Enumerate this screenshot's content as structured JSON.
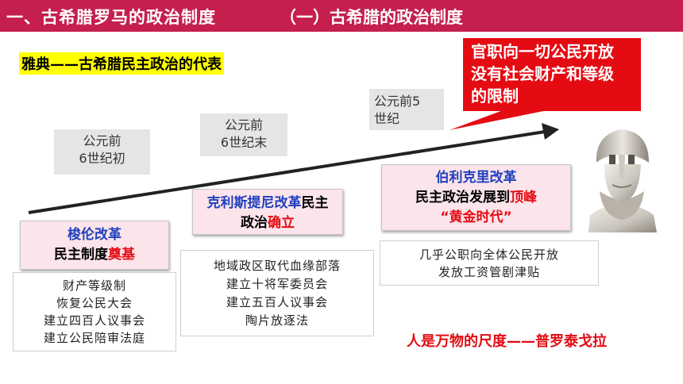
{
  "header": {
    "title": "一、古希腊罗马的政治制度",
    "section": "（一）古希腊的政治制度",
    "bg_color": "#c51f4e"
  },
  "subtitle": "雅典——古希腊民主政治的代表",
  "timeline": [
    {
      "period_lines": [
        "公元前",
        "6世纪初"
      ]
    },
    {
      "period_lines": [
        "公元前",
        "6世纪末"
      ]
    },
    {
      "period_lines": [
        "公元前5",
        "世纪"
      ]
    }
  ],
  "callout_lines": [
    "官职向一切公民开放",
    "没有社会财产和等级",
    "的限制"
  ],
  "reforms": {
    "solon": {
      "name": "梭伦改革",
      "desc_prefix": "民主制度",
      "desc_highlight": "奠基",
      "measures": [
        "财产等级制",
        "恢复公民大会",
        "建立四百人议事会",
        "建立公民陪审法庭"
      ]
    },
    "cleisthenes": {
      "name": "克利斯提尼改革",
      "desc_suffix": "民主",
      "desc_line2_prefix": "政治",
      "desc_highlight": "确立",
      "measures": [
        "地域政区取代血缘部落",
        "建立十将军委员会",
        "建立五百人议事会",
        "陶片放逐法"
      ]
    },
    "pericles": {
      "name": "伯利克里改革",
      "desc_prefix": "民主政治发展到",
      "desc_highlight": "顶峰",
      "golden_age": "“黄金时代”",
      "measures": [
        "几乎公职向全体公民开放",
        "发放工资管剧津贴"
      ]
    }
  },
  "quote": "人是万物的尺度——普罗泰戈拉",
  "colors": {
    "accent_red": "#e50b13",
    "reform_blue": "#1f3fc0",
    "reform_box_bg": "#fbe4ea",
    "highlight_yellow": "#ffff00"
  }
}
